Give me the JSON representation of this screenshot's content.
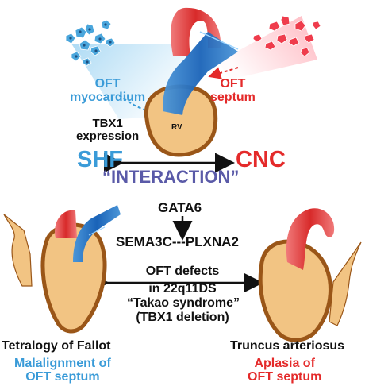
{
  "colors": {
    "shf_blue": "#3a9bd8",
    "cnc_red": "#e42a2a",
    "interaction_purple": "#5a5aa8",
    "heart_brown": "#9a5618",
    "heart_tan": "#f2c483",
    "aorta_red": "#e23a3a",
    "pulmonary_blue": "#2a78c8"
  },
  "top": {
    "oft_myocardium": [
      "OFT",
      "myocardium"
    ],
    "oft_septum": [
      "OFT",
      "septum"
    ],
    "rv_label": "RV",
    "tbx1_expression": [
      "TBX1",
      "expression"
    ],
    "shf": "SHF",
    "cnc": "CNC",
    "interaction": "“INTERACTION”"
  },
  "middle": {
    "gata6": "GATA6",
    "sema_plxna": "SEMA3C---PLXNA2",
    "oft_defects": [
      "OFT defects",
      "in 22q11DS",
      "“Takao syndrome”",
      "(TBX1 deletion)"
    ]
  },
  "left_heart": {
    "title": "Tetralogy of Fallot",
    "subtitle": [
      "Malalignment of",
      "OFT septum"
    ]
  },
  "right_heart": {
    "title": "Truncus arteriosus",
    "subtitle": [
      "Aplasia of",
      "OFT septum"
    ]
  }
}
